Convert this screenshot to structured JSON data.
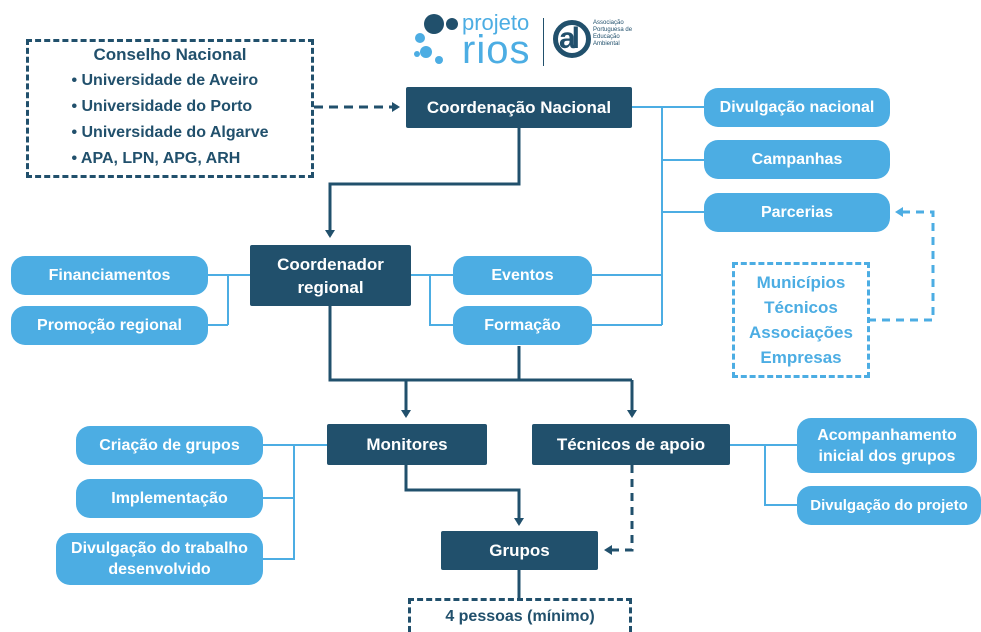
{
  "logo": {
    "word_top": "projeto",
    "word_bottom": "rios",
    "partner_mark": "al",
    "partner_text": "Associação Portuguesa de Educação Ambiental"
  },
  "council": {
    "title": "Conselho Nacional",
    "items": [
      "Universidade de Aveiro",
      "Universidade do Porto",
      "Universidade do Algarve",
      "APA, LPN, APG, ARH"
    ]
  },
  "nodes": {
    "coordenacao": "Coordenação Nacional",
    "divulgacao_nacional": "Divulgação nacional",
    "campanhas": "Campanhas",
    "parcerias": "Parcerias",
    "coordenador": "Coordenador regional",
    "financiamentos": "Financiamentos",
    "promocao": "Promoção regional",
    "eventos": "Eventos",
    "formacao": "Formação",
    "monitores": "Monitores",
    "tecnicos": "Técnicos de apoio",
    "criacao": "Criação de grupos",
    "implementacao": "Implementação",
    "divulgacao_trabalho": "Divulgação do trabalho desenvolvido",
    "acompanhamento": "Acompanhamento inicial dos grupos",
    "divulgacao_projeto": "Divulgação do projeto",
    "grupos": "Grupos",
    "pessoas": "4 pessoas (mínimo)"
  },
  "partners": [
    "Municípios",
    "Técnicos",
    "Associações",
    "Empresas"
  ],
  "colors": {
    "dark": "#21506c",
    "light": "#4cade3"
  }
}
